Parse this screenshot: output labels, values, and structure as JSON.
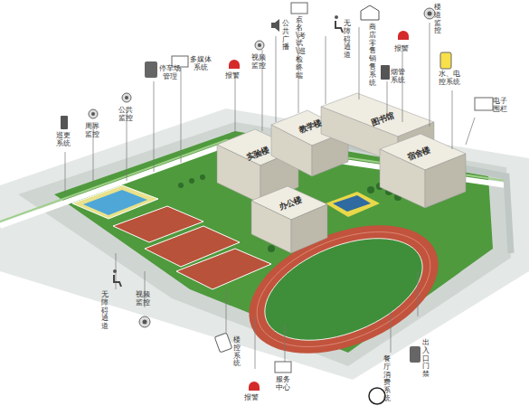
{
  "diagram": {
    "labels": [
      "巡更系统",
      "周界监控",
      "公共监控",
      "停车场管理",
      "多媒体系统",
      "报警",
      "视频监控",
      "公共广播",
      "点名\\考试\\巡检终端",
      "无障碍通道",
      "商店零售销售系统",
      "烟管系统",
      "报警",
      "楼道监控",
      "水、电控系统",
      "电子围栏",
      "出入口门禁",
      "餐厅消费系统",
      "服务中心",
      "报警",
      "楼控系统",
      "视频监控",
      "无障碍通道",
      "实验楼",
      "教学楼",
      "图书馆",
      "宿舍楼",
      "办公楼"
    ]
  }
}
